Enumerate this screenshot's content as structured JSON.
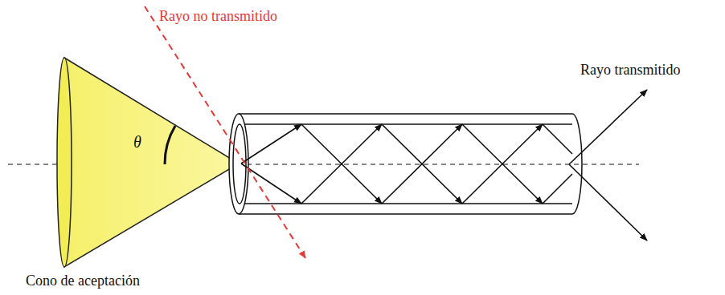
{
  "diagram": {
    "labels": [
      "Rayo no transmitido",
      "θ",
      "Rayo transmitido",
      "Cono de aceptación"
    ]
  }
}
